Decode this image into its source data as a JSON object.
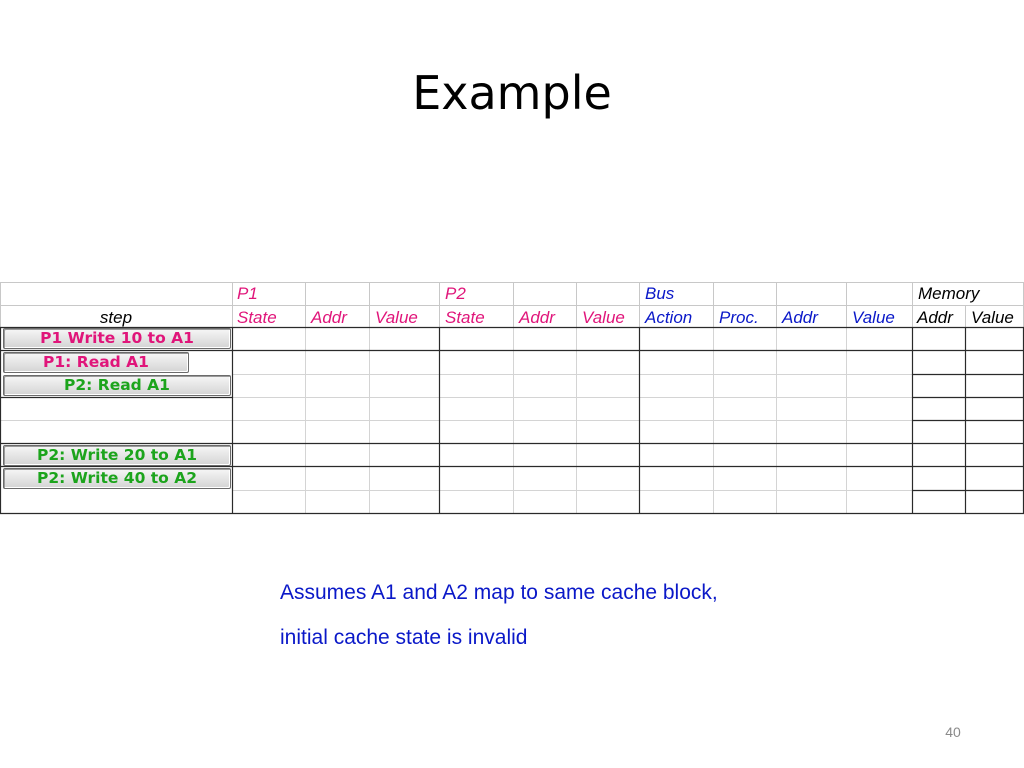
{
  "slide": {
    "title": "Example",
    "page_number": "40"
  },
  "table": {
    "group_headers": {
      "p1": "P1",
      "p2": "P2",
      "bus": "Bus",
      "memory": "Memory"
    },
    "column_headers": {
      "step": "step",
      "p1_state": "State",
      "p1_addr": "Addr",
      "p1_value": "Value",
      "p2_state": "State",
      "p2_addr": "Addr",
      "p2_value": "Value",
      "bus_action": "Action",
      "bus_proc": "Proc.",
      "bus_addr": "Addr",
      "bus_value": "Value",
      "mem_addr": "Addr",
      "mem_value": "Value"
    },
    "steps": [
      "P1 Write 10 to A1",
      "P1: Read A1",
      "P2: Read A1",
      "",
      "",
      "P2: Write 20 to A1",
      "P2: Write 40 to A2",
      ""
    ]
  },
  "notes": [
    "Assumes A1 and A2 map to same cache block,",
    "initial cache state is invalid"
  ],
  "colors": {
    "processor_header": "#e0157a",
    "bus_header": "#0a18c8",
    "step_pink": "#e0157a",
    "step_green": "#1ca41c",
    "note_text": "#0a18c8"
  }
}
